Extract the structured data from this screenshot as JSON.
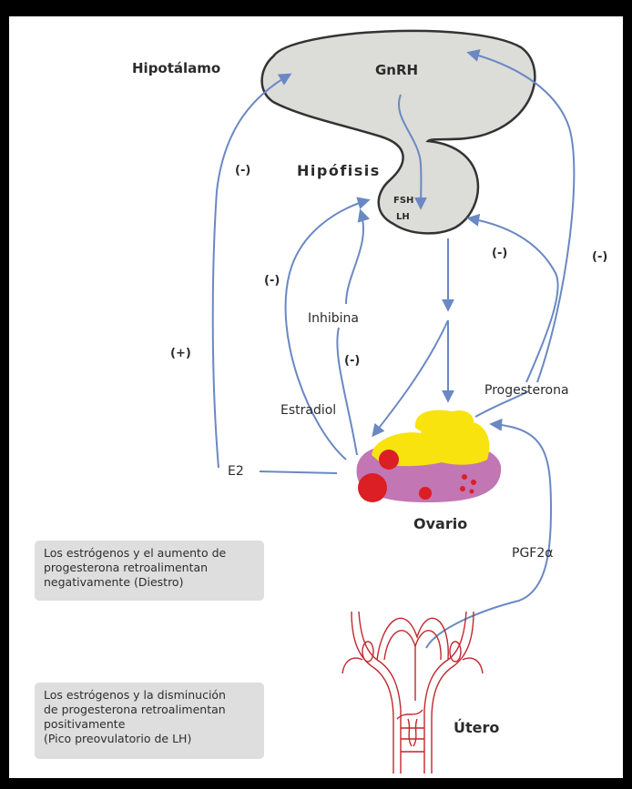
{
  "labels": {
    "hipotalamo": "Hipotálamo",
    "gnrh": "GnRH",
    "hipofisis": "Hipófisis",
    "fsh": "FSH",
    "lh": "LH",
    "inhibina": "Inhibina",
    "estradiol": "Estradiol",
    "e2": "E2",
    "progesterona": "Progesterona",
    "ovario": "Ovario",
    "pgf2a": "PGF2α",
    "utero": "Útero"
  },
  "signs": {
    "e2_hipotalamo": "(-)",
    "e2_positive": "(+)",
    "estradiol": "(-)",
    "inhibina": "(-)",
    "progesterona_hipofisis": "(-)",
    "progesterona_hipotalamo": "(-)"
  },
  "notes": {
    "negative": [
      "Los estrógenos y el aumento de",
      "progesterona retroalimentan",
      "negativamente (Diestro)"
    ],
    "positive": [
      "Los estrógenos y la disminución",
      "de progesterona retroalimentan",
      "positivamente",
      "(Pico preovulatorio de LH)"
    ]
  },
  "colors": {
    "arrow": "#6a88c4",
    "gland_fill": "#dcdcd8",
    "gland_stroke": "#333333",
    "corpus_luteum": "#f8e30e",
    "follicle": "#dc1e25",
    "ovary": "#c276b3",
    "uterus": "#c1272d"
  }
}
